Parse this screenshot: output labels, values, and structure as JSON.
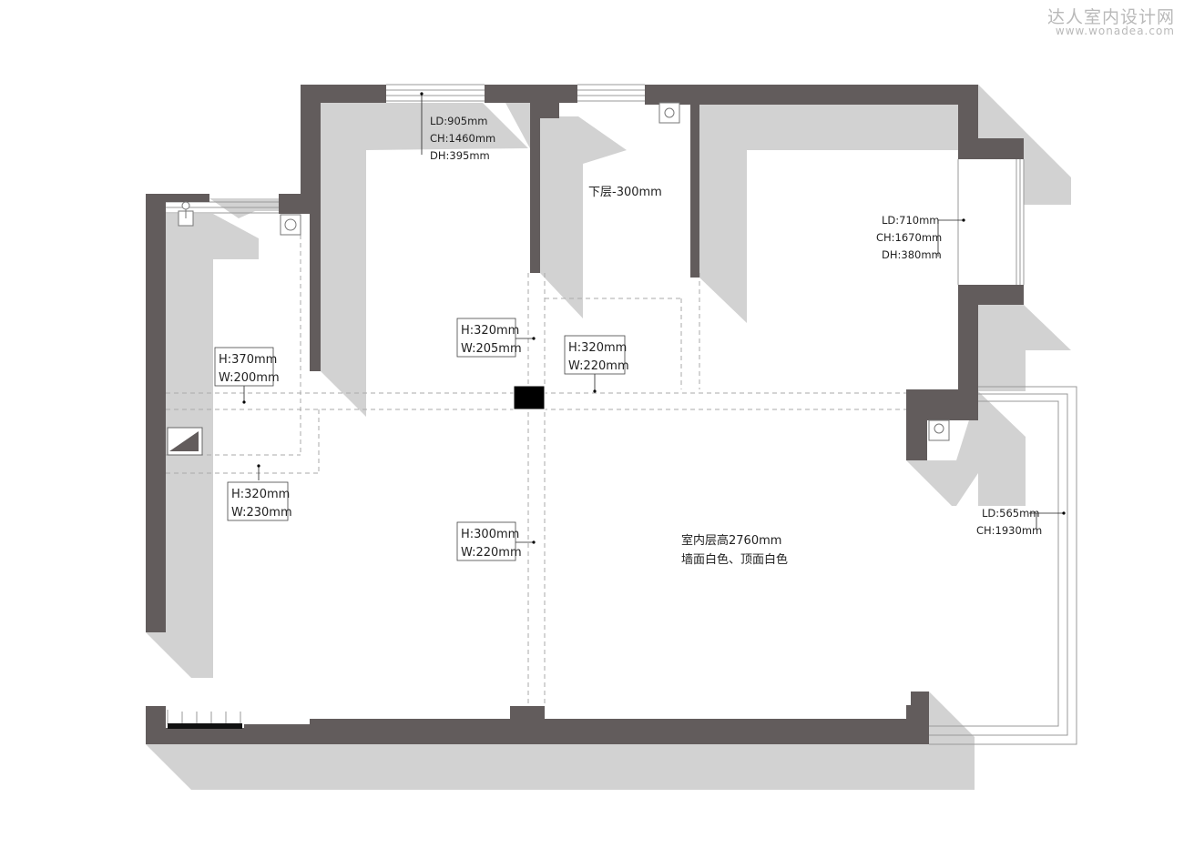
{
  "watermark": {
    "site_name": "达人室内设计网",
    "site_url": "www.wonadea.com"
  },
  "colors": {
    "wall": "#625c5c",
    "shadow": "#d2d2d2",
    "line": "#999999",
    "text": "#222222"
  },
  "labels": {
    "window_top_left": {
      "ld": "LD:905mm",
      "ch": "CH:1460mm",
      "dh": "DH:395mm"
    },
    "window_right": {
      "ld": "LD:710mm",
      "ch": "CH:1670mm",
      "dh": "DH:380mm"
    },
    "balcony_door": {
      "ld": "LD:565mm",
      "ch": "CH:1930mm"
    },
    "lower_level": "下层-300mm",
    "beam_1": {
      "h": "H:320mm",
      "w": "W:205mm"
    },
    "beam_2": {
      "h": "H:320mm",
      "w": "W:220mm"
    },
    "beam_3": {
      "h": "H:370mm",
      "w": "W:200mm"
    },
    "beam_4": {
      "h": "H:320mm",
      "w": "W:230mm"
    },
    "beam_5": {
      "h": "H:300mm",
      "w": "W:220mm"
    },
    "room_note_1": "室内层高2760mm",
    "room_note_2": "墙面白色、顶面白色"
  }
}
